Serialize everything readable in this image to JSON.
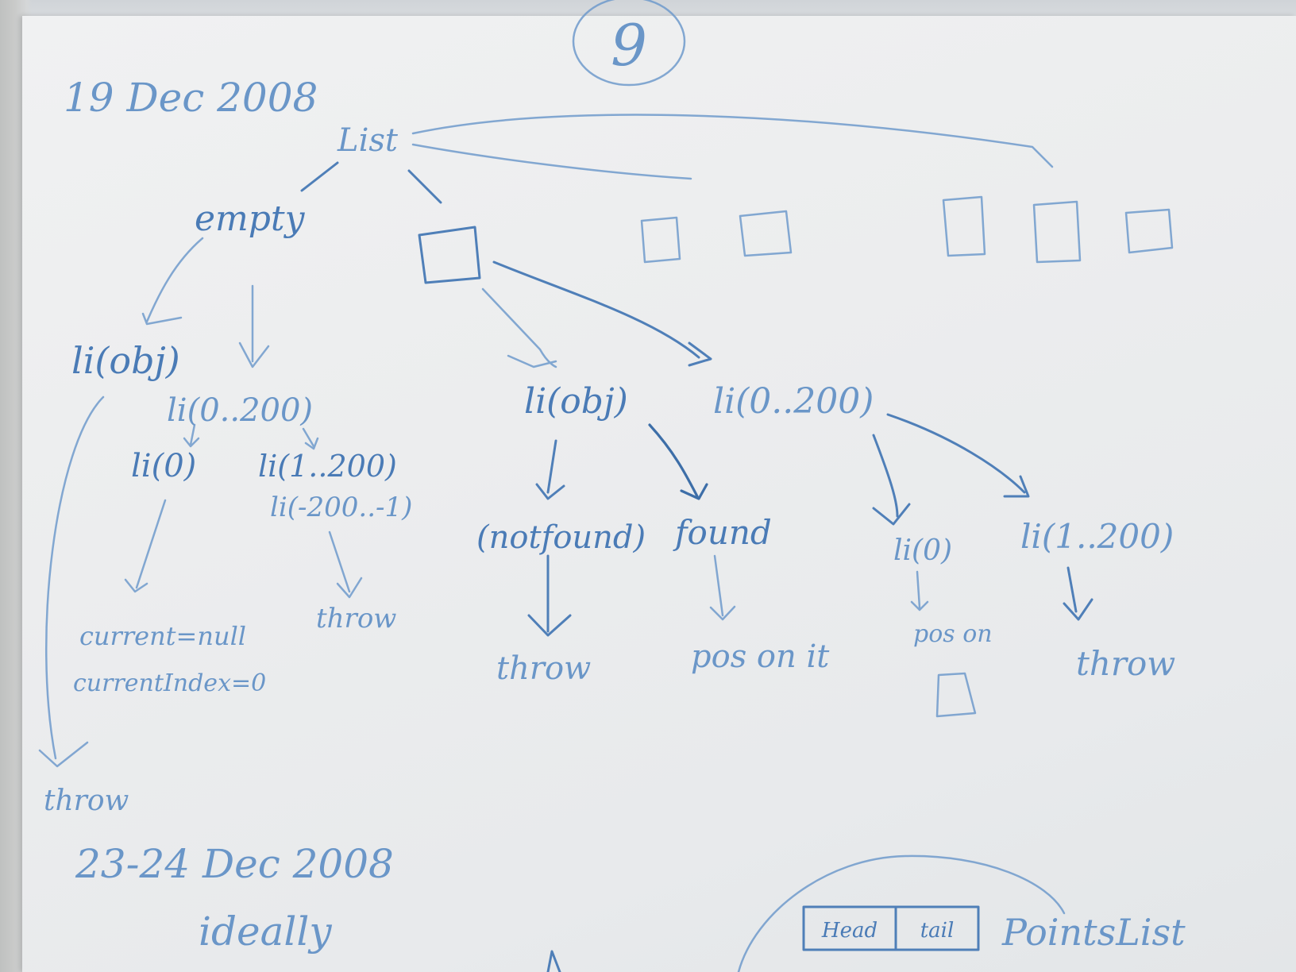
{
  "page_number": "9",
  "dates": {
    "first": "19 Dec 2008",
    "second": "23-24 Dec 2008"
  },
  "root": {
    "label": "List"
  },
  "left_branch": {
    "label": "empty",
    "li_obj": "li(obj)",
    "li_range": "li(0..200)",
    "li_zero": "li(0)",
    "li_one_range": "li(1..200)",
    "li_neg_range": "li(-200..-1)",
    "current_null": "current=null",
    "current_index": "currentIndex=0",
    "throw_mid": "throw",
    "throw_bottom": "throw"
  },
  "right_branch": {
    "li_obj": "li(obj)",
    "li_range": "li(0..200)",
    "not_found": "(notfound)",
    "found": "found",
    "throw_a": "throw",
    "pos_on_it": "pos on it",
    "li_zero": "li(0)",
    "pos_on": "pos on",
    "li_one_range": "li(1..200)",
    "throw_b": "throw"
  },
  "bottom": {
    "ideally": "ideally",
    "head": "Head",
    "tail": "tail",
    "pointslist": "PointsList"
  }
}
